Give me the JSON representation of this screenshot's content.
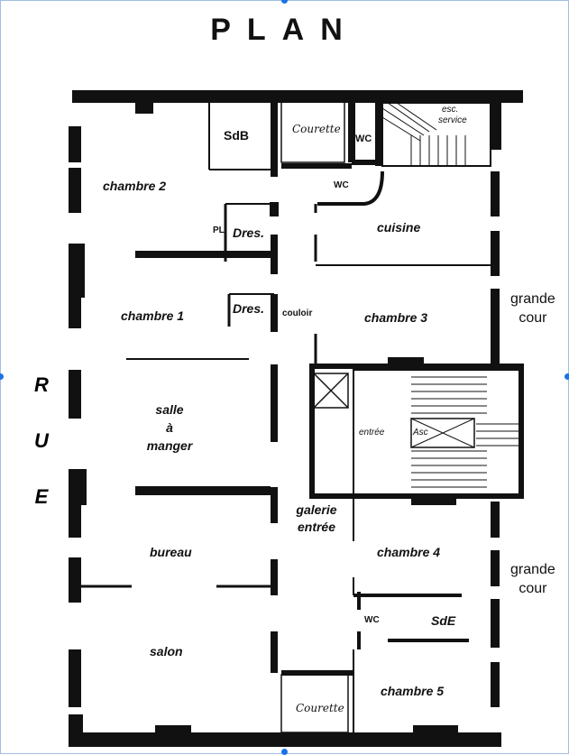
{
  "title": "PLAN",
  "street": {
    "letters": [
      "R",
      "U",
      "E"
    ]
  },
  "courtyard_label": {
    "line1": "grande",
    "line2": "cour"
  },
  "rooms": {
    "chambre_2": "chambre 2",
    "sdb": "SdB",
    "courette_top": "Courette",
    "wc_top": "WC",
    "esc_service_1": "esc.",
    "esc_service_2": "service",
    "wc_small": "WC",
    "pl": "PL",
    "dres_1": "Dres.",
    "cuisine": "cuisine",
    "chambre_1": "chambre 1",
    "dres_2": "Dres.",
    "couloir": "couloir",
    "chambre_3": "chambre 3",
    "salle_1": "salle",
    "salle_2": "à",
    "salle_3": "manger",
    "entree": "entrée",
    "asc": "Asc",
    "galerie_1": "galerie",
    "galerie_2": "entrée",
    "bureau": "bureau",
    "chambre_4": "chambre 4",
    "wc_bottom": "WC",
    "sde": "SdE",
    "salon": "salon",
    "chambre_5": "chambre 5",
    "courette_bottom": "Courette"
  }
}
